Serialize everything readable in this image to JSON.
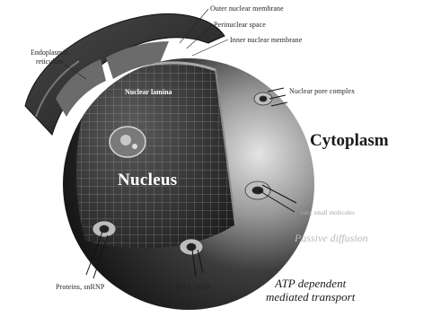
{
  "labels": {
    "outer_membrane": "Outer nuclear membrane",
    "perinuclear_space": "Perinuclear space",
    "inner_membrane": "Inner nuclear membrane",
    "er_line1": "Endoplasmic",
    "er_line2": "reticulum",
    "nuclear_lamina": "Nuclear lamina",
    "nuclear_pore_complex": "Nuclear pore complex",
    "cytoplasm": "Cytoplasm",
    "nucleus": "Nucleus",
    "ions_small_molecules": "Ions, small molecules",
    "passive_diffusion": "Passive diffusion",
    "proteins_snrnp": "Proteins, snRNP",
    "rna_rnp": "RNA / RNP",
    "atp_line1": "ATP dependent",
    "atp_line2": "mediated transport"
  },
  "colors": {
    "background": "#ffffff",
    "sphere_dark": "#161616",
    "sphere_light": "#d8d8d8",
    "white_text": "#ffffff",
    "passive_text": "#b9b9b9"
  }
}
